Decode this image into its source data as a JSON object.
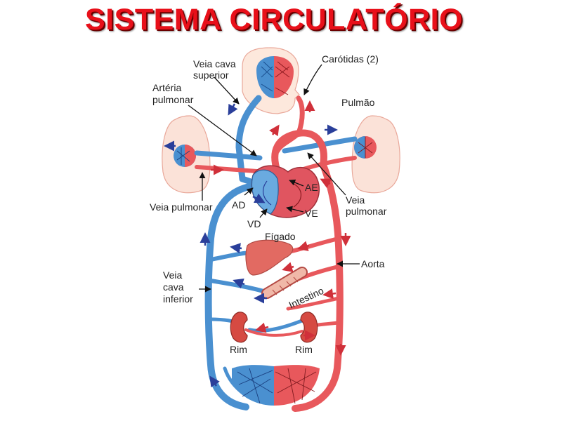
{
  "title": "SISTEMA CIRCULATÓRIO",
  "colors": {
    "title": "#e8101a",
    "arterial": "#e8585c",
    "venous": "#4a90d0",
    "arrow_arterial": "#d0303a",
    "arrow_venous": "#2a3f9a",
    "organ": "#e26a62"
  },
  "labels": {
    "carotidas": "Carótidas (2)",
    "veia_cava_superior_1": "Veia cava",
    "veia_cava_superior_2": "superior",
    "arteria_pulmonar_1": "Artéria",
    "arteria_pulmonar_2": "pulmonar",
    "pulmao": "Pulmão",
    "ae": "AE",
    "veia_pulmonar_right_1": "Veia",
    "veia_pulmonar_right_2": "pulmonar",
    "veia_pulmonar_left": "Veia pulmonar",
    "ad": "AD",
    "ve": "VE",
    "vd": "VD",
    "figado": "Fígado",
    "aorta": "Aorta",
    "veia_cava_inferior_1": "Veia",
    "veia_cava_inferior_2": "cava",
    "veia_cava_inferior_3": "inferior",
    "intestino": "Intestino",
    "rim_left": "Rim",
    "rim_right": "Rim"
  }
}
